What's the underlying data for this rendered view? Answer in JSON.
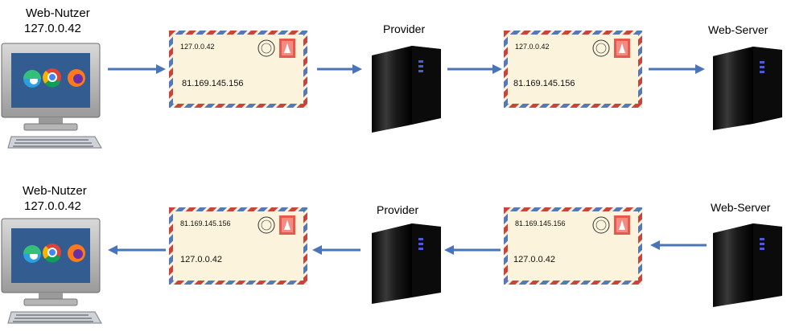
{
  "top_row": {
    "user": {
      "name": "Web-Nutzer",
      "ip": "127.0.0.42"
    },
    "envelope_1": {
      "sender": "127.0.0.42",
      "recipient": "81.169.145.156"
    },
    "provider_label": "Provider",
    "envelope_2": {
      "sender": "127.0.0.42",
      "recipient": "81.169.145.156"
    },
    "server_label": "Web-Server"
  },
  "bottom_row": {
    "user": {
      "name": "Web-Nutzer",
      "ip": "127.0.0.42"
    },
    "envelope_1": {
      "sender": "81.169.145.156",
      "recipient": "127.0.0.42"
    },
    "provider_label": "Provider",
    "envelope_2": {
      "sender": "81.169.145.156",
      "recipient": "127.0.0.42"
    },
    "server_label": "Web-Server"
  },
  "colors": {
    "arrow": "#4a74b8",
    "envelope_bg": "#fbf3dc",
    "stripe_red": "#c8443c",
    "stripe_blue": "#5578b8"
  },
  "icons": [
    "computer-icon",
    "edge-browser-icon",
    "chrome-browser-icon",
    "firefox-browser-icon",
    "server-tower-icon",
    "postage-stamp-icon",
    "postmark-icon"
  ]
}
